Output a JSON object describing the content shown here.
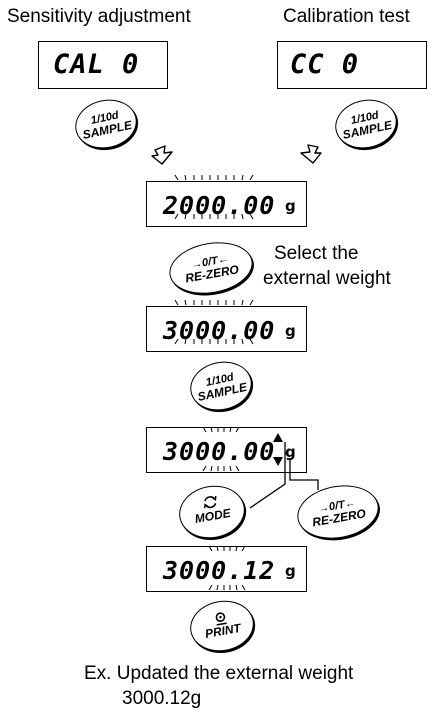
{
  "headers": {
    "sensitivity": "Sensitivity adjustment",
    "calibration": "Calibration test"
  },
  "displays": {
    "cal": "CAL 0",
    "cc": "CC 0",
    "step1": "2000.00",
    "step2": "3000.00",
    "step3": "3000.00",
    "step4": "3000.12",
    "unit": "g"
  },
  "buttons": {
    "sample_top": "1/10d",
    "sample_bottom": "SAMPLE",
    "rezero_top": "→0/T←",
    "rezero_bottom": "RE-ZERO",
    "mode_bottom": "MODE",
    "print_bottom": "PRINT"
  },
  "notes": {
    "select_line1": "Select the",
    "select_line2": "external weight",
    "ex_line1": "Ex. Updated the external weight",
    "ex_line2": "3000.12g"
  },
  "icons": {
    "mode": "cycle-arrows-icon",
    "print": "print-symbol-icon",
    "arrow_down": "hollow-arrow-down-icon",
    "arrow_updown": "up-down-arrow-icon"
  }
}
